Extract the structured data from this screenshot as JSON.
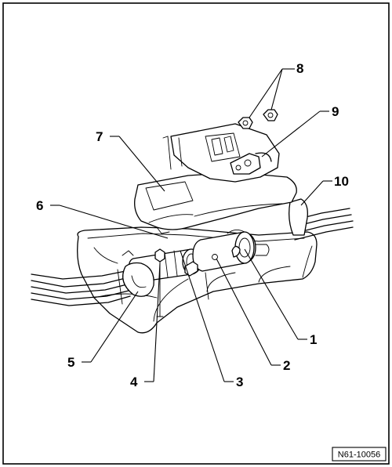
{
  "callouts": [
    {
      "id": "1",
      "label": "1"
    },
    {
      "id": "2",
      "label": "2"
    },
    {
      "id": "3",
      "label": "3"
    },
    {
      "id": "4",
      "label": "4"
    },
    {
      "id": "5",
      "label": "5"
    },
    {
      "id": "6",
      "label": "6"
    },
    {
      "id": "7",
      "label": "7"
    },
    {
      "id": "8",
      "label": "8"
    },
    {
      "id": "9",
      "label": "9"
    },
    {
      "id": "10",
      "label": "10"
    }
  ],
  "figure_code": "N61-10056"
}
